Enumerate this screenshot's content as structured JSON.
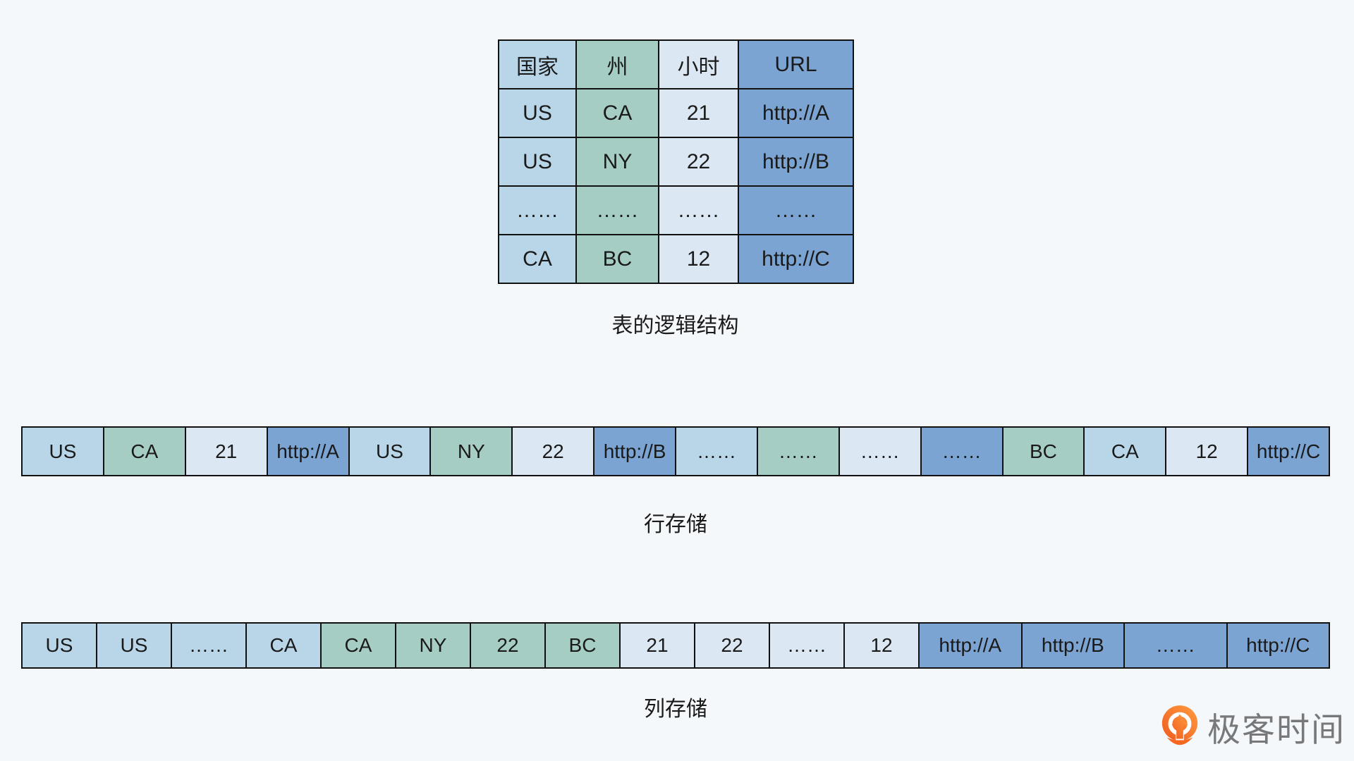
{
  "page": {
    "background": "#f4f8fa",
    "line_color": "#111111",
    "text_color": "#1a1a1a"
  },
  "palette": {
    "country": "#b9d6e9",
    "state": "#a6cdc3",
    "hour": "#dbe7f3",
    "url": "#7ba4d2"
  },
  "logical_table": {
    "caption": "表的逻辑结构",
    "columns": [
      "国家",
      "州",
      "小时",
      "URL"
    ],
    "column_colors": [
      "country",
      "state",
      "hour",
      "url"
    ],
    "rows": [
      [
        "US",
        "CA",
        "21",
        "http://A"
      ],
      [
        "US",
        "NY",
        "22",
        "http://B"
      ],
      [
        "……",
        "……",
        "……",
        "……"
      ],
      [
        "CA",
        "BC",
        "12",
        "http://C"
      ]
    ]
  },
  "row_storage": {
    "caption": "行存储",
    "cells": [
      {
        "label": "US",
        "color": "country"
      },
      {
        "label": "CA",
        "color": "state"
      },
      {
        "label": "21",
        "color": "hour"
      },
      {
        "label": "http://A",
        "color": "url"
      },
      {
        "label": "US",
        "color": "country"
      },
      {
        "label": "NY",
        "color": "state"
      },
      {
        "label": "22",
        "color": "hour"
      },
      {
        "label": "http://B",
        "color": "url"
      },
      {
        "label": "……",
        "color": "country"
      },
      {
        "label": "……",
        "color": "state"
      },
      {
        "label": "……",
        "color": "hour"
      },
      {
        "label": "……",
        "color": "url"
      },
      {
        "label": "BC",
        "color": "state"
      },
      {
        "label": "CA",
        "color": "country"
      },
      {
        "label": "12",
        "color": "hour"
      },
      {
        "label": "http://C",
        "color": "url"
      }
    ]
  },
  "column_storage": {
    "caption": "列存储",
    "cells": [
      {
        "label": "US",
        "color": "country",
        "wide": false
      },
      {
        "label": "US",
        "color": "country",
        "wide": false
      },
      {
        "label": "……",
        "color": "country",
        "wide": false
      },
      {
        "label": "CA",
        "color": "country",
        "wide": false
      },
      {
        "label": "CA",
        "color": "state",
        "wide": false
      },
      {
        "label": "NY",
        "color": "state",
        "wide": false
      },
      {
        "label": "22",
        "color": "state",
        "wide": false
      },
      {
        "label": "BC",
        "color": "state",
        "wide": false
      },
      {
        "label": "21",
        "color": "hour",
        "wide": false
      },
      {
        "label": "22",
        "color": "hour",
        "wide": false
      },
      {
        "label": "……",
        "color": "hour",
        "wide": false
      },
      {
        "label": "12",
        "color": "hour",
        "wide": false
      },
      {
        "label": "http://A",
        "color": "url",
        "wide": true
      },
      {
        "label": "http://B",
        "color": "url",
        "wide": true
      },
      {
        "label": "……",
        "color": "url",
        "wide": true
      },
      {
        "label": "http://C",
        "color": "url",
        "wide": true
      }
    ]
  },
  "logo": {
    "text": "极客时间",
    "orange_dark": "#ef5a1e",
    "orange_light": "#ff9c40",
    "gray": "#77787a"
  }
}
